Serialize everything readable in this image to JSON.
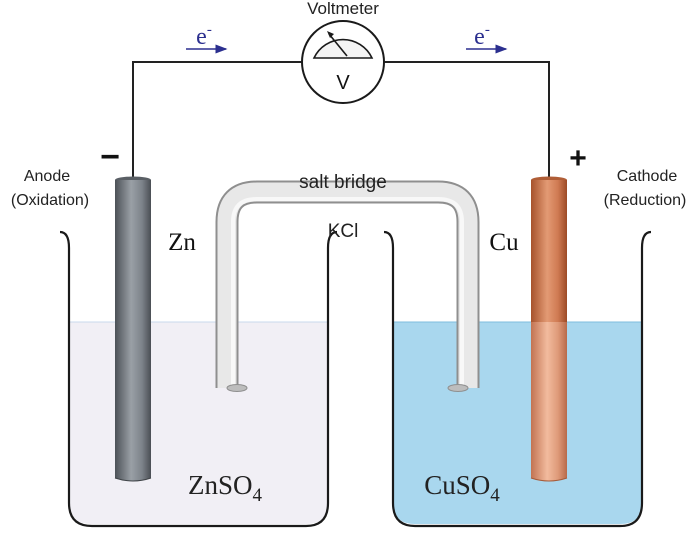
{
  "voltmeter": {
    "title": "Voltmeter",
    "symbol": "V"
  },
  "electron_flow": {
    "left": "e",
    "right": "e",
    "superscript": "-"
  },
  "anode": {
    "label": "Anode",
    "process": "(Oxidation)",
    "sign": "−"
  },
  "cathode": {
    "label": "Cathode",
    "process": "(Reduction)",
    "sign": "+"
  },
  "salt_bridge": {
    "label": "salt bridge",
    "electrolyte": "KCl"
  },
  "left_cell": {
    "electrode": "Zn",
    "solution_base": "ZnSO",
    "solution_subscript": "4"
  },
  "right_cell": {
    "electrode": "Cu",
    "solution_base": "CuSO",
    "solution_subscript": "4"
  },
  "colors": {
    "wire": "#222222",
    "electron_text": "#2b2f8f",
    "left_solution": "#f1eff5",
    "right_solution": "#a9d7ee",
    "zinc": "#6e7378",
    "copper": "#d07c55",
    "bridge": "#e6e6e6"
  }
}
